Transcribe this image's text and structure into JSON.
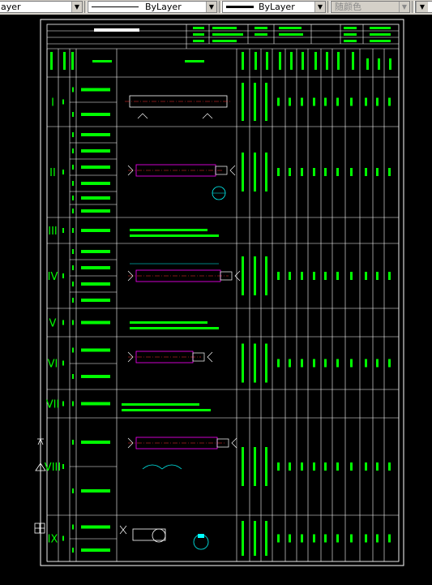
{
  "toolbar": {
    "layer_combo_value": "ayer",
    "linetype_combo_value": "ByLayer",
    "lineweight_combo_value": "ByLayer",
    "plotstyle_combo_value": "随颜色"
  },
  "drawing": {
    "process_numbers": [
      "I",
      "II",
      "III",
      "IV",
      "V",
      "VI",
      "VII",
      "VIII",
      "IX"
    ],
    "colors": {
      "background": "#000000",
      "frame": "#ffffff",
      "text": "#00ff00",
      "part_outline": "#ff00ff",
      "centerline": "#ff3030",
      "dimension": "#00ffff",
      "symbol": "#ffffff"
    }
  }
}
